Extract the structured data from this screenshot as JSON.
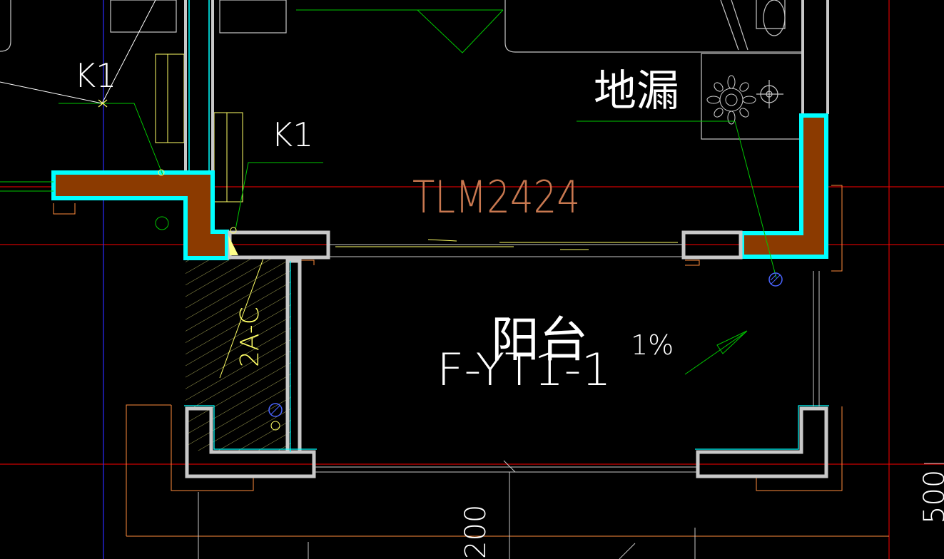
{
  "labels": {
    "k1_left": "K1",
    "k1_right": "K1",
    "floor_drain": "地漏",
    "door_code": "TLM2424",
    "room_name": "阳台",
    "room_code": "F-YT1-1",
    "slope": "1%",
    "shaft_code": "2A-C",
    "dim_bottom": "200",
    "dim_right": "500"
  },
  "colors": {
    "background": "#000000",
    "wall_fill": "#8b3a00",
    "wall_outline": "#00ffff",
    "wall_gray": "#c8c8c8",
    "axis_red": "#ff0000",
    "axis_blue": "#2b2bff",
    "leader_green": "#00c800",
    "yellow": "#ffff66",
    "hatch": "#c8c864",
    "label_text": "#ffffff",
    "door_code_text": "#c87850",
    "drain_blue": "#4a64ff",
    "thin_orange": "#ff8c3c"
  }
}
